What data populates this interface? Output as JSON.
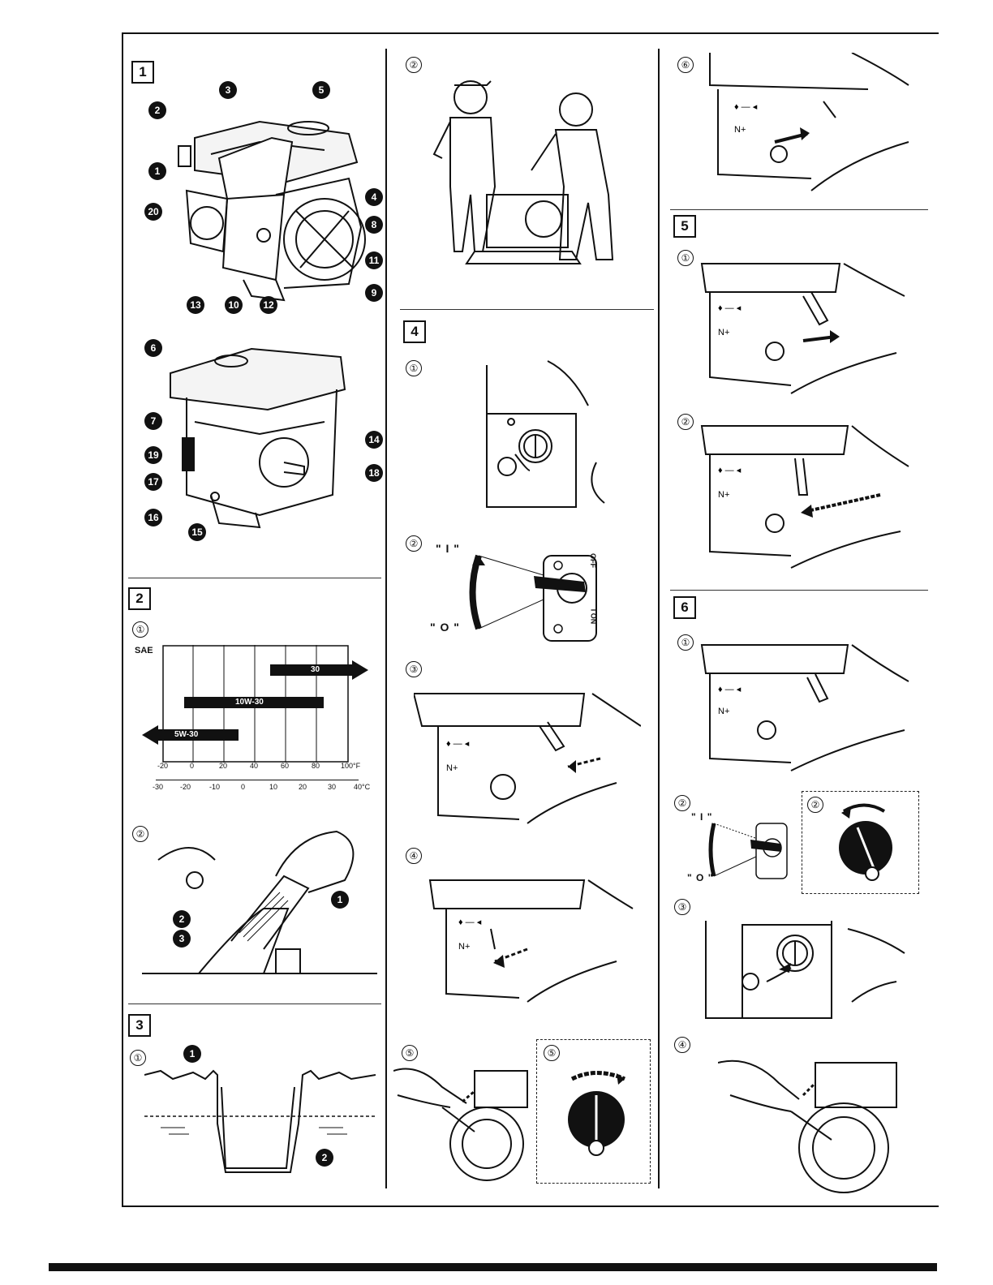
{
  "sections": {
    "s1": "1",
    "s2": "2",
    "s3": "3",
    "s4": "4",
    "s5": "5",
    "s6": "6"
  },
  "steps": {
    "c1": "①",
    "c2": "②",
    "c3": "③",
    "c4": "④",
    "c5": "⑤",
    "c6": "⑥"
  },
  "callouts": {
    "n1": "1",
    "n2": "2",
    "n3": "3",
    "n4": "4",
    "n5": "5",
    "n6": "6",
    "n7": "7",
    "n8": "8",
    "n9": "9",
    "n10": "10",
    "n11": "11",
    "n12": "12",
    "n13": "13",
    "n14": "14",
    "n15": "15",
    "n16": "16",
    "n17": "17",
    "n18": "18",
    "n19": "19",
    "n20": "20"
  },
  "oil_chart": {
    "ylabel": "SAE",
    "bars": [
      {
        "label": "30",
        "from_f": 40,
        "to_f": 104
      },
      {
        "label": "10W-30",
        "from_f": -5,
        "to_f": 85
      },
      {
        "label": "5W-30",
        "from_f": -20,
        "to_f": 30
      }
    ],
    "ticks_f": [
      "-20",
      "0",
      "20",
      "40",
      "60",
      "80",
      "100°F"
    ],
    "ticks_c": [
      "-30",
      "-20",
      "-10",
      "0",
      "10",
      "20",
      "30",
      "40°C"
    ]
  },
  "switch_labels": {
    "i_label": "\" I \"",
    "o_label": "\" O \"",
    "off": "OFF",
    "on": "I ON",
    "i_small": "\" I \"",
    "o_small": "\" O \""
  },
  "engine_marks": {
    "n_label": "N+",
    "i_mark": "I"
  }
}
